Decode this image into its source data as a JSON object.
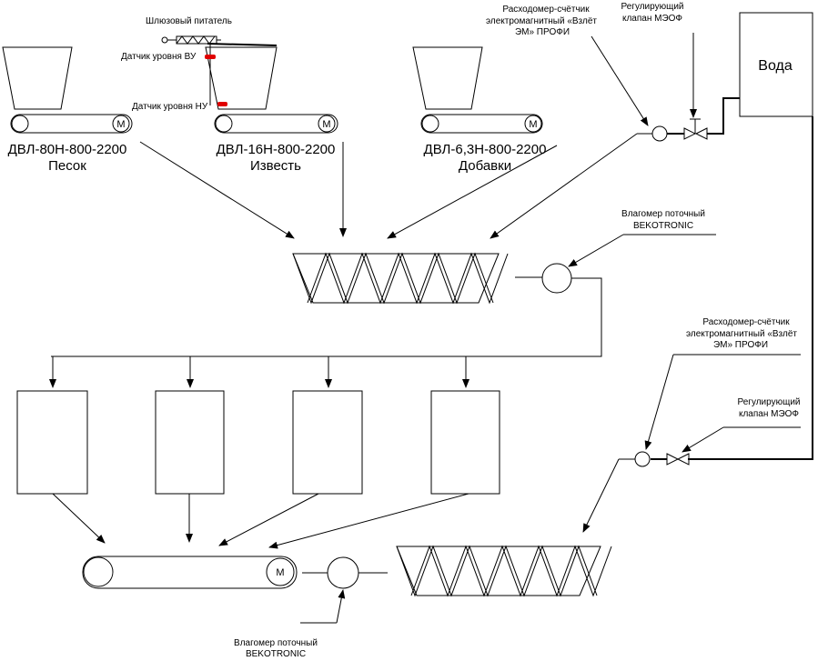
{
  "labels": {
    "sluice_feeder": "Шлюзовый питатель",
    "sensor_upper": "Датчик уровня ВУ",
    "sensor_lower": "Датчик уровня НУ",
    "flowmeter_top_1": "Расходомер-счётчик",
    "flowmeter_top_2": "электромагнитный «Взлёт",
    "flowmeter_top_3": "ЭМ» ПРОФИ",
    "valve_top_1": "Регулирующий",
    "valve_top_2": "клапан МЭОФ",
    "water": "Вода",
    "feeder1_model": "ДВЛ-80Н-800-2200",
    "feeder1_name": "Песок",
    "feeder2_model": "ДВЛ-16Н-800-2200",
    "feeder2_name": "Известь",
    "feeder3_model": "ДВЛ-6,3Н-800-2200",
    "feeder3_name": "Добавки",
    "moisture_top_1": "Влагомер поточный",
    "moisture_top_2": "BEKOTRONIC",
    "flowmeter_bot_1": "Расходомер-счётчик",
    "flowmeter_bot_2": "электромагнитный «Взлёт",
    "flowmeter_bot_3": "ЭМ» ПРОФИ",
    "valve_bot_1": "Регулирующий",
    "valve_bot_2": "клапан МЭОФ",
    "moisture_bot_1": "Влагомер поточный",
    "moisture_bot_2": "BEKOTRONIC",
    "motor": "M"
  }
}
